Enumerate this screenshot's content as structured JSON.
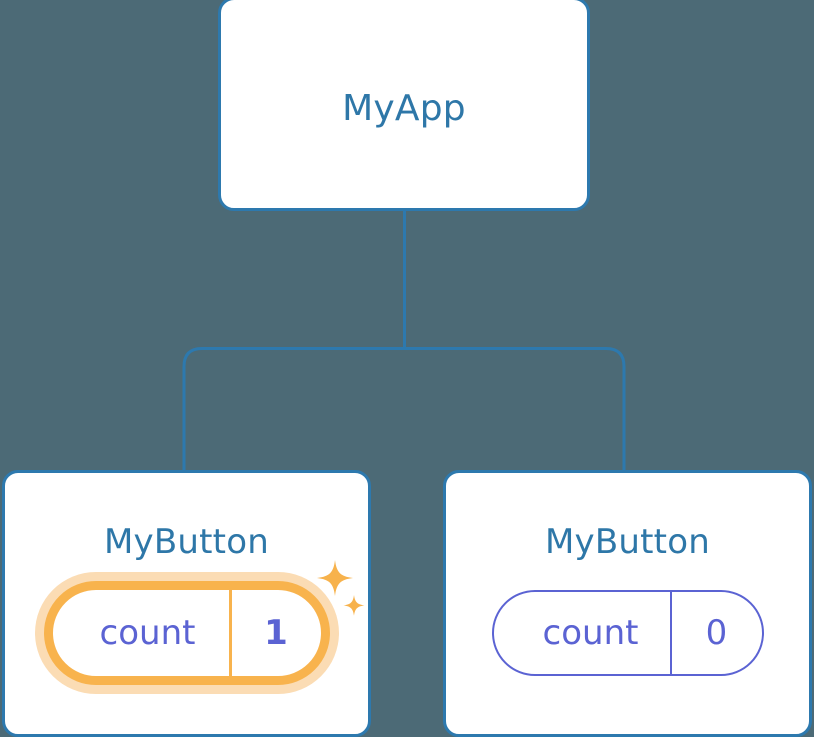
{
  "diagram": {
    "type": "component-tree",
    "background_color": "#4c6a76",
    "node_border_color": "#2d79ae",
    "node_title_color": "#2e77a8",
    "connector_color": "#2d79ae",
    "state_color": "#5b63d3",
    "highlight_color": "#f8b34d",
    "highlight_glow_color": "#fbdcb4"
  },
  "root": {
    "title": "MyApp"
  },
  "children": [
    {
      "title": "MyButton",
      "state": {
        "key": "count",
        "value": "1"
      },
      "highlighted": true,
      "sparkle_icon": "sparkles-icon"
    },
    {
      "title": "MyButton",
      "state": {
        "key": "count",
        "value": "0"
      },
      "highlighted": false
    }
  ]
}
